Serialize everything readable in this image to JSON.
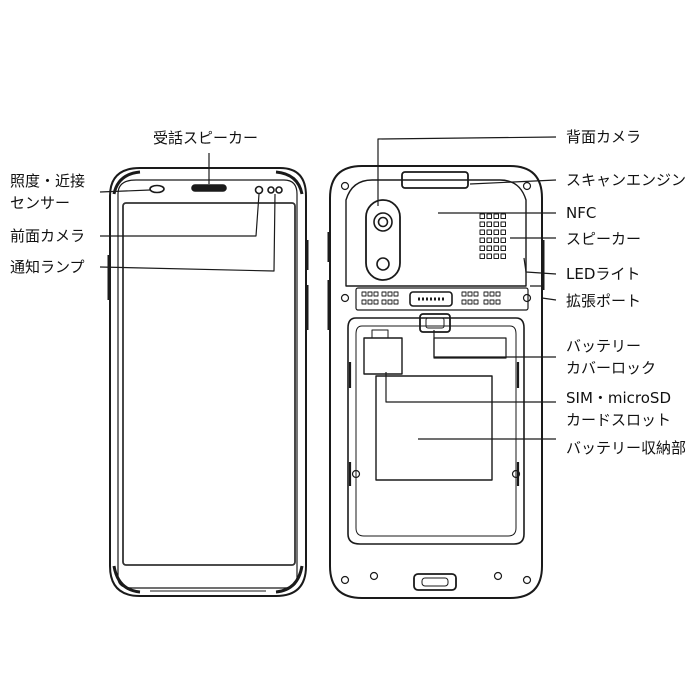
{
  "labels": {
    "receiver_speaker": "受話スピーカー",
    "light_proximity_sensor": [
      "照度・近接",
      "センサー"
    ],
    "front_camera": "前面カメラ",
    "notification_lamp": "通知ランプ",
    "rear_camera": "背面カメラ",
    "scan_engine": "スキャンエンジン",
    "nfc": "NFC",
    "speaker": "スピーカー",
    "led_light": "LEDライト",
    "expansion_port": "拡張ポート",
    "battery_cover_lock": [
      "バッテリー",
      "カバーロック"
    ],
    "sim_microsd_slot": [
      "SIM・microSD",
      "カードスロット"
    ],
    "battery_compartment": "バッテリー収納部"
  },
  "colors": {
    "line": "#1a1a1a",
    "screen_border": "#333333",
    "background": "#ffffff"
  }
}
